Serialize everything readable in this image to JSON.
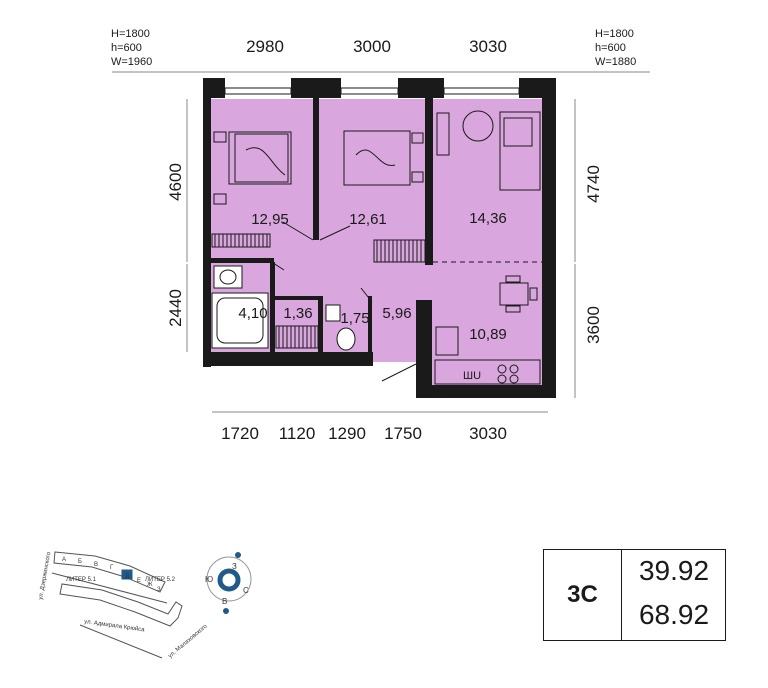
{
  "windows": {
    "left": {
      "H": "H=1800",
      "h": "h=600",
      "W": "W=1960"
    },
    "right": {
      "H": "H=1800",
      "h": "h=600",
      "W": "W=1880"
    }
  },
  "dimensions": {
    "top": [
      "2980",
      "3000",
      "3030"
    ],
    "bottom": [
      "1720",
      "1120",
      "1290",
      "1750",
      "3030"
    ],
    "left": [
      "4600",
      "2440"
    ],
    "right": [
      "4740",
      "3600"
    ]
  },
  "rooms": {
    "bedroom1": "12,95",
    "bedroom2": "12,61",
    "living": "14,36",
    "bath": "4,10",
    "storage": "1,36",
    "wc": "1,75",
    "hall": "5,96",
    "kitchen": "10,89"
  },
  "kitchen_label": "ШU",
  "compass": {
    "n": "З",
    "w": "Ю",
    "e": "С",
    "s": "В"
  },
  "site_plan": {
    "liter_a": "ЛИТЕР 5.1",
    "liter_b": "ЛИТЕР 5.2",
    "section_letters": [
      "А",
      "Б",
      "В",
      "Г",
      "Д",
      "Е",
      "Ж",
      "З"
    ],
    "street1": "ул. Дзержинского",
    "street2": "ул. Адмирала Крюйса",
    "street3": "ул. Малаховского"
  },
  "unit": {
    "type": "3С",
    "area1": "39.92",
    "area2": "68.92"
  },
  "colors": {
    "room_fill": "#d9a6dd",
    "wall": "#1a1a1a",
    "accent": "#1f5a8a"
  }
}
